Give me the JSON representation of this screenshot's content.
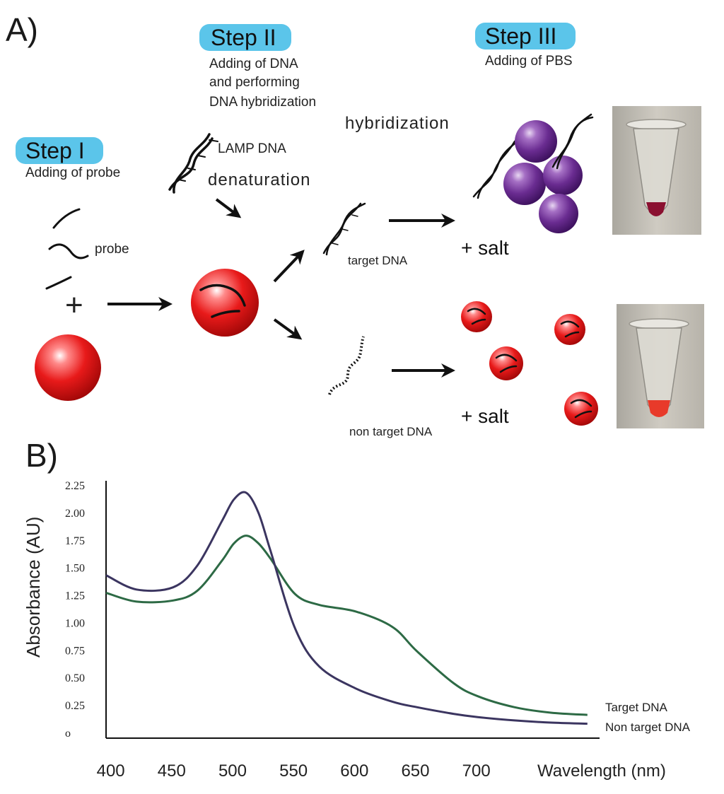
{
  "panels": {
    "a": "A)",
    "b": "B)"
  },
  "steps": [
    {
      "label": "Step I",
      "desc": [
        "Adding of probe"
      ]
    },
    {
      "label": "Step II",
      "desc": [
        "Adding of DNA",
        "and performing",
        "DNA hybridization"
      ]
    },
    {
      "label": "Step III",
      "desc": [
        "Adding of PBS"
      ]
    }
  ],
  "labels": {
    "lamp_dna": "LAMP DNA",
    "denaturation": "denaturation",
    "hybridization": "hybridization",
    "probe": "probe",
    "target_dna": "target DNA",
    "non_target_dna": "non target DNA",
    "plus": "+",
    "salt_top": "+ salt",
    "salt_bottom": "+ salt"
  },
  "colors": {
    "gold_np": "#e01818",
    "aggregate_np": "#6a2c91",
    "step_pill": "#5bc5ea",
    "target_line": "#2d6a45",
    "nontarget_line": "#3b3560"
  },
  "chart_data": {
    "type": "line",
    "title": "",
    "xlabel": "Wavelength (nm)",
    "ylabel": "Absorbance  (AU)",
    "x_ticks": [
      "400",
      "450",
      "500",
      "550",
      "600",
      "650",
      "700"
    ],
    "y_ticks": [
      "o",
      "0.25",
      "0.50",
      "0.75",
      "1.00",
      "1.25",
      "1.50",
      "1.75",
      "2.00",
      "2.25"
    ],
    "xlim": [
      395,
      800
    ],
    "ylim": [
      0,
      2.3
    ],
    "grid": false,
    "legend": "right",
    "series": [
      {
        "name": "Target DNA",
        "color": "#2d6a45",
        "x": [
          395,
          420,
          450,
          470,
          490,
          500,
          510,
          520,
          530,
          550,
          570,
          600,
          630,
          650,
          680,
          700,
          730,
          760,
          790
        ],
        "y": [
          1.27,
          1.19,
          1.2,
          1.29,
          1.56,
          1.72,
          1.79,
          1.72,
          1.58,
          1.26,
          1.16,
          1.1,
          0.96,
          0.74,
          0.45,
          0.33,
          0.23,
          0.18,
          0.16
        ]
      },
      {
        "name": "Non target DNA",
        "color": "#3b3560",
        "x": [
          395,
          420,
          450,
          470,
          490,
          500,
          510,
          520,
          530,
          550,
          570,
          600,
          630,
          650,
          680,
          700,
          730,
          760,
          790
        ],
        "y": [
          1.43,
          1.3,
          1.32,
          1.52,
          1.92,
          2.12,
          2.18,
          2.0,
          1.65,
          0.95,
          0.6,
          0.4,
          0.28,
          0.23,
          0.17,
          0.14,
          0.11,
          0.09,
          0.08
        ]
      }
    ]
  }
}
